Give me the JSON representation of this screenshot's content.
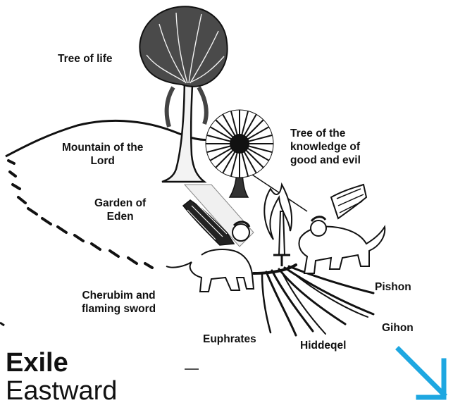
{
  "labels": {
    "tree_of_life": "Tree of life",
    "mountain": [
      "Mountain of the",
      "Lord"
    ],
    "tree_knowledge": [
      "Tree of the",
      "knowledge of",
      "good and evil"
    ],
    "garden": [
      "Garden of",
      "Eden"
    ],
    "cherubim": [
      "Cherubim and",
      "flaming sword"
    ],
    "pishon": "Pishon",
    "gihon": "Gihon",
    "euphrates": "Euphrates",
    "hiddeqel": "Hiddeqel"
  },
  "title": {
    "main": "Exile",
    "sub": "Eastward"
  },
  "colors": {
    "ink": "#111111",
    "arrow": "#1ea7e1",
    "background": "#ffffff"
  },
  "icons": [
    "tree-of-life-icon",
    "knowledge-tree-icon",
    "cherub-icon",
    "flaming-sword-icon",
    "rivers-icon",
    "east-arrow-icon"
  ]
}
